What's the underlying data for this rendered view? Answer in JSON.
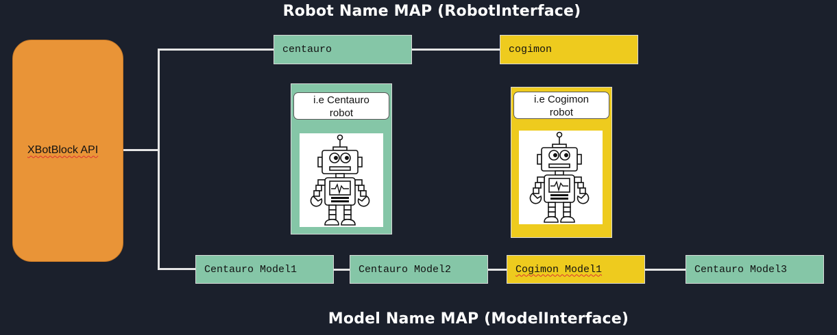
{
  "titles": {
    "robot_map": "Robot Name MAP (RobotInterface)",
    "model_map": "Model Name MAP (ModelInterface)"
  },
  "api": {
    "label": "XBotBlock API"
  },
  "robot_names": [
    {
      "label": "centauro"
    },
    {
      "label": "cogimon"
    }
  ],
  "robot_cards": [
    {
      "line1": "i.e Centauro",
      "line2": "robot"
    },
    {
      "line1": "i.e Cogimon",
      "line2": "robot"
    }
  ],
  "models": [
    {
      "label": "Centauro Model1"
    },
    {
      "label": "Centauro Model2"
    },
    {
      "label": "Cogimon Model1"
    },
    {
      "label": "Centauro Model3"
    }
  ],
  "colors": {
    "background": "#1b202c",
    "api": "#e99437",
    "centauro": "#85c6a7",
    "cogimon": "#eecb1e",
    "connector": "#e6e6e6"
  },
  "icons": [
    "robot-icon"
  ]
}
